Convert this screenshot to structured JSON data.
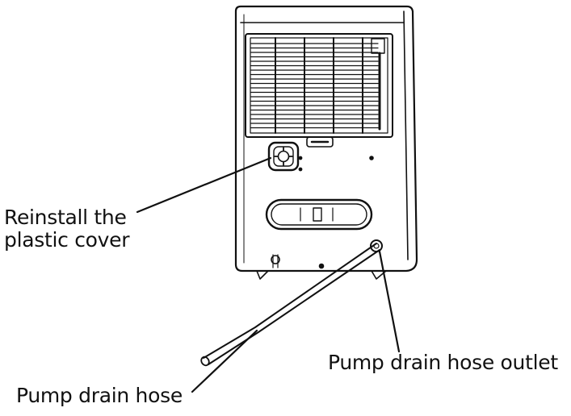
{
  "labels": {
    "cover_line1": "Reinstall the",
    "cover_line2": "plastic cover",
    "outlet": "Pump drain hose outlet",
    "hose": "Pump drain hose"
  },
  "parts": [
    "dehumidifier-unit",
    "rear-air-filter-grille",
    "plastic-cover",
    "handle-recess",
    "pump-drain-hose",
    "pump-drain-hose-outlet"
  ],
  "colors": {
    "line": "#111111",
    "background": "#ffffff"
  }
}
